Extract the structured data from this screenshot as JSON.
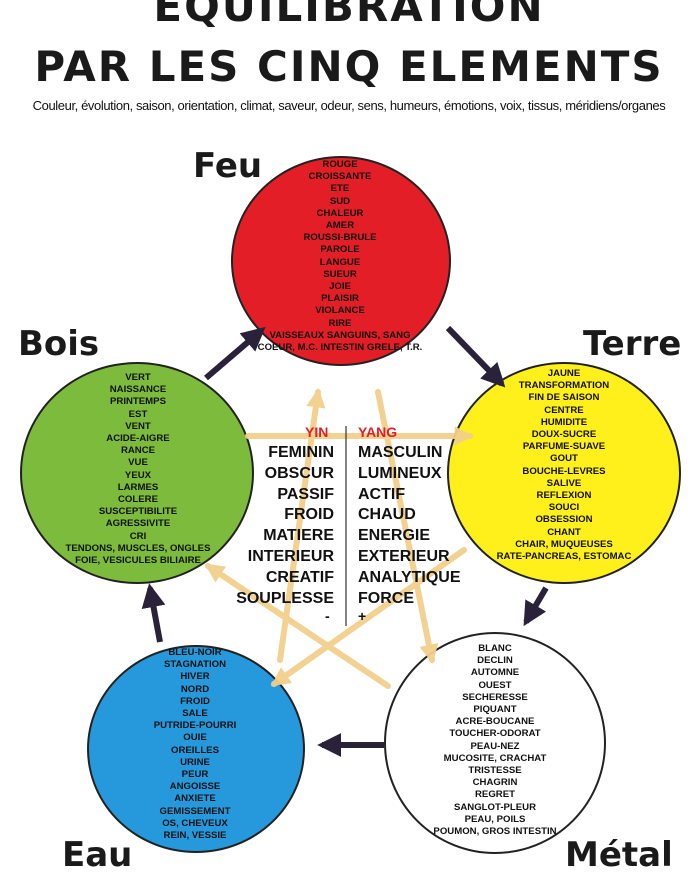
{
  "header": {
    "title_line1": "EQUILIBRATION",
    "title_line2": "PAR LES CINQ ELEMENTS",
    "subtitle": "Couleur, évolution, saison, orientation, climat, saveur, odeur, sens, humeurs, émotions, voix, tissus, méridiens/organes"
  },
  "colors": {
    "feu": "#e41e26",
    "bois": "#7dbb3c",
    "terre": "#ffef1a",
    "eau": "#2699dc",
    "metal": "#ffffff",
    "arrow": "#2a2238",
    "star": "#f2cf8c",
    "yin_yang_heading": "#e41e26"
  },
  "elements": {
    "feu": {
      "label": "Feu",
      "attributes": [
        "ROUGE",
        "CROISSANTE",
        "ETE",
        "SUD",
        "CHALEUR",
        "AMER",
        "ROUSSI-BRULE",
        "PAROLE",
        "LANGUE",
        "SUEUR",
        "JOIE",
        "PLAISIR",
        "VIOLANCE",
        "RIRE",
        "VAISSEAUX SANGUINS, SANG",
        "COEUR, M.C. INTESTIN GRELE, T.R."
      ]
    },
    "bois": {
      "label": "Bois",
      "attributes": [
        "VERT",
        "NAISSANCE",
        "PRINTEMPS",
        "EST",
        "VENT",
        "ACIDE-AIGRE",
        "RANCE",
        "VUE",
        "YEUX",
        "LARMES",
        "COLERE",
        "SUSCEPTIBILITE",
        "AGRESSIVITE",
        "CRI",
        "TENDONS, MUSCLES, ONGLES",
        "FOIE, VESICULES BILIAIRE"
      ]
    },
    "terre": {
      "label": "Terre",
      "attributes": [
        "JAUNE",
        "TRANSFORMATION",
        "FIN DE SAISON",
        "CENTRE",
        "HUMIDITE",
        "DOUX-SUCRE",
        "PARFUME-SUAVE",
        "GOUT",
        "BOUCHE-LEVRES",
        "SALIVE",
        "REFLEXION",
        "SOUCI",
        "OBSESSION",
        "CHANT",
        "CHAIR, MUQUEUSES",
        "RATE-PANCREAS, ESTOMAC"
      ]
    },
    "eau": {
      "label": "Eau",
      "attributes": [
        "BLEU-NOIR",
        "STAGNATION",
        "HIVER",
        "NORD",
        "FROID",
        "SALE",
        "PUTRIDE-POURRI",
        "OUIE",
        "OREILLES",
        "URINE",
        "PEUR",
        "ANGOISSE",
        "ANXIETE",
        "GEMISSEMENT",
        "OS, CHEVEUX",
        "REIN, VESSIE"
      ]
    },
    "metal": {
      "label": "Métal",
      "attributes": [
        "BLANC",
        "DECLIN",
        "AUTOMNE",
        "OUEST",
        "SECHERESSE",
        "PIQUANT",
        "ACRE-BOUCANE",
        "TOUCHER-ODORAT",
        "PEAU-NEZ",
        "MUCOSITE, CRACHAT",
        "TRISTESSE",
        "CHAGRIN",
        "REGRET",
        "SANGLOT-PLEUR",
        "PEAU, POILS",
        "POUMON, GROS INTESTIN"
      ]
    }
  },
  "yin_yang": {
    "yin": {
      "heading": "YIN",
      "items": [
        "FEMININ",
        "OBSCUR",
        "PASSIF",
        "FROID",
        "MATIERE",
        "INTERIEUR",
        "CREATIF",
        "SOUPLESSE"
      ],
      "sign": "-"
    },
    "yang": {
      "heading": "YANG",
      "items": [
        "MASCULIN",
        "LUMINEUX",
        "ACTIF",
        "CHAUD",
        "ENERGIE",
        "EXTERIEUR",
        "ANALYTIQUE",
        "FORCE"
      ],
      "sign": "+"
    }
  }
}
